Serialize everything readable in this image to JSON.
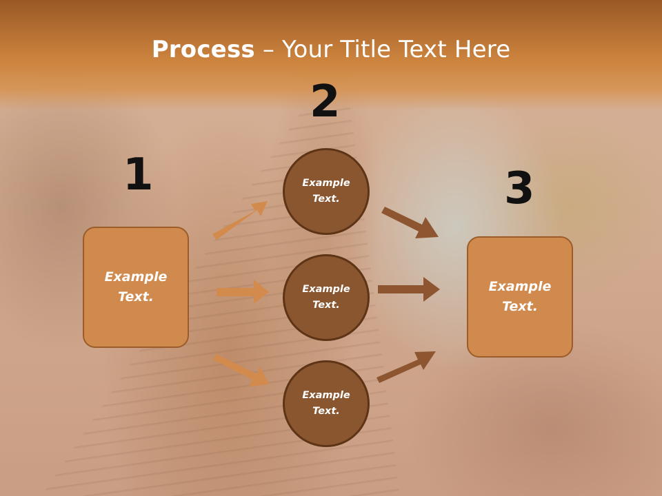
{
  "slide": {
    "title_bold": "Process",
    "title_rest": " – Your Title Text Here"
  },
  "steps": {
    "one": "1",
    "two": "2",
    "three": "3"
  },
  "left_box": {
    "line1": "Example",
    "line2": "Text."
  },
  "right_box": {
    "line1": "Example",
    "line2": "Text."
  },
  "circles": [
    {
      "line1": "Example",
      "line2": "Text."
    },
    {
      "line1": "Example",
      "line2": "Text."
    },
    {
      "line1": "Example",
      "line2": "Text."
    }
  ],
  "colors": {
    "box_fill": "#d08a4e",
    "circle_fill": "#8a5630",
    "arrow_light": "#d38b4d",
    "arrow_dark": "#8d5631"
  }
}
